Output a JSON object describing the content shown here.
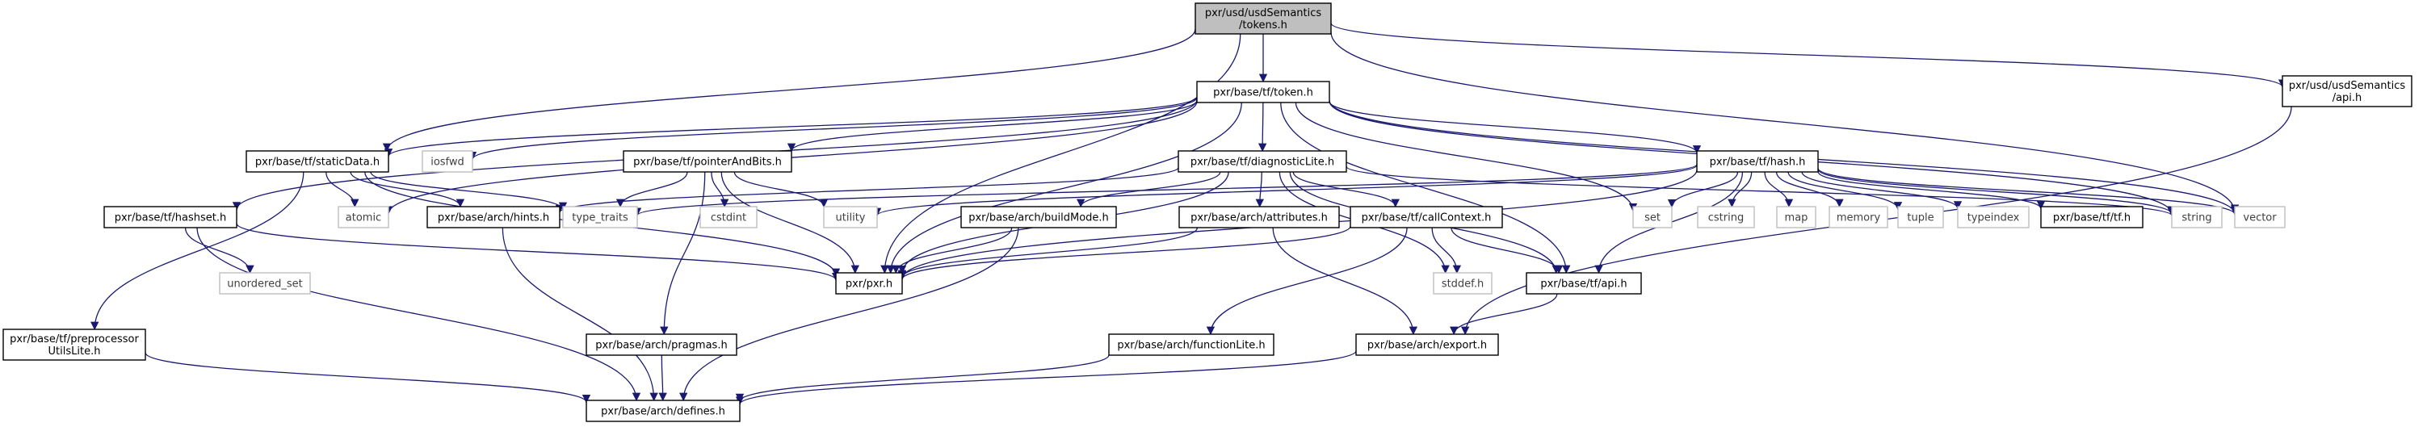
{
  "graph": {
    "title": "Include dependency graph for tokens.h",
    "colors": {
      "edge": "#191970",
      "focus_fill": "#bfbfbf",
      "focus_stroke": "#000000",
      "node_fill": "#ffffff",
      "node_stroke": "#000000",
      "external_stroke": "#bfbfbf",
      "external_text": "#404040"
    },
    "nodes": [
      {
        "id": "tokens",
        "lines": [
          "pxr/usd/usdSemantics",
          "/tokens.h"
        ],
        "kind": "focus"
      },
      {
        "id": "token",
        "lines": [
          "pxr/base/tf/token.h"
        ],
        "kind": "file"
      },
      {
        "id": "usdapi",
        "lines": [
          "pxr/usd/usdSemantics",
          "/api.h"
        ],
        "kind": "file"
      },
      {
        "id": "staticData",
        "lines": [
          "pxr/base/tf/staticData.h"
        ],
        "kind": "file"
      },
      {
        "id": "iosfwd",
        "lines": [
          "iosfwd"
        ],
        "kind": "external"
      },
      {
        "id": "pointerAndBits",
        "lines": [
          "pxr/base/tf/pointerAndBits.h"
        ],
        "kind": "file"
      },
      {
        "id": "diagnosticLite",
        "lines": [
          "pxr/base/tf/diagnosticLite.h"
        ],
        "kind": "file"
      },
      {
        "id": "hash",
        "lines": [
          "pxr/base/tf/hash.h"
        ],
        "kind": "file"
      },
      {
        "id": "hashset",
        "lines": [
          "pxr/base/tf/hashset.h"
        ],
        "kind": "file"
      },
      {
        "id": "atomic",
        "lines": [
          "atomic"
        ],
        "kind": "external"
      },
      {
        "id": "hints",
        "lines": [
          "pxr/base/arch/hints.h"
        ],
        "kind": "file"
      },
      {
        "id": "type_traits",
        "lines": [
          "type_traits"
        ],
        "kind": "external"
      },
      {
        "id": "cstdint",
        "lines": [
          "cstdint"
        ],
        "kind": "external"
      },
      {
        "id": "utility",
        "lines": [
          "utility"
        ],
        "kind": "external"
      },
      {
        "id": "buildMode",
        "lines": [
          "pxr/base/arch/buildMode.h"
        ],
        "kind": "file"
      },
      {
        "id": "attributes",
        "lines": [
          "pxr/base/arch/attributes.h"
        ],
        "kind": "file"
      },
      {
        "id": "callContext",
        "lines": [
          "pxr/base/tf/callContext.h"
        ],
        "kind": "file"
      },
      {
        "id": "set",
        "lines": [
          "set"
        ],
        "kind": "external"
      },
      {
        "id": "cstring",
        "lines": [
          "cstring"
        ],
        "kind": "external"
      },
      {
        "id": "map",
        "lines": [
          "map"
        ],
        "kind": "external"
      },
      {
        "id": "memory",
        "lines": [
          "memory"
        ],
        "kind": "external"
      },
      {
        "id": "tuple",
        "lines": [
          "tuple"
        ],
        "kind": "external"
      },
      {
        "id": "typeindex",
        "lines": [
          "typeindex"
        ],
        "kind": "external"
      },
      {
        "id": "tf",
        "lines": [
          "pxr/base/tf/tf.h"
        ],
        "kind": "file"
      },
      {
        "id": "string",
        "lines": [
          "string"
        ],
        "kind": "external"
      },
      {
        "id": "vector",
        "lines": [
          "vector"
        ],
        "kind": "external"
      },
      {
        "id": "unordered_set",
        "lines": [
          "unordered_set"
        ],
        "kind": "external"
      },
      {
        "id": "pxr",
        "lines": [
          "pxr/pxr.h"
        ],
        "kind": "file"
      },
      {
        "id": "stddef",
        "lines": [
          "stddef.h"
        ],
        "kind": "external"
      },
      {
        "id": "tfapi",
        "lines": [
          "pxr/base/tf/api.h"
        ],
        "kind": "file"
      },
      {
        "id": "preprocessor",
        "lines": [
          "pxr/base/tf/preprocessor",
          "UtilsLite.h"
        ],
        "kind": "file"
      },
      {
        "id": "pragmas",
        "lines": [
          "pxr/base/arch/pragmas.h"
        ],
        "kind": "file"
      },
      {
        "id": "functionLite",
        "lines": [
          "pxr/base/arch/functionLite.h"
        ],
        "kind": "file"
      },
      {
        "id": "export",
        "lines": [
          "pxr/base/arch/export.h"
        ],
        "kind": "file"
      },
      {
        "id": "defines",
        "lines": [
          "pxr/base/arch/defines.h"
        ],
        "kind": "file"
      }
    ],
    "edges": [
      [
        "tokens",
        "token"
      ],
      [
        "tokens",
        "usdapi"
      ],
      [
        "tokens",
        "staticData"
      ],
      [
        "tokens",
        "pxr"
      ],
      [
        "tokens",
        "vector"
      ],
      [
        "token",
        "staticData"
      ],
      [
        "token",
        "iosfwd"
      ],
      [
        "token",
        "pointerAndBits"
      ],
      [
        "token",
        "diagnosticLite"
      ],
      [
        "token",
        "hash"
      ],
      [
        "token",
        "hashset"
      ],
      [
        "token",
        "atomic"
      ],
      [
        "token",
        "pxr"
      ],
      [
        "token",
        "set"
      ],
      [
        "token",
        "string"
      ],
      [
        "token",
        "vector"
      ],
      [
        "token",
        "tfapi"
      ],
      [
        "usdapi",
        "export"
      ],
      [
        "staticData",
        "preprocessor"
      ],
      [
        "staticData",
        "atomic"
      ],
      [
        "staticData",
        "hints"
      ],
      [
        "staticData",
        "type_traits"
      ],
      [
        "staticData",
        "pxr"
      ],
      [
        "pointerAndBits",
        "type_traits"
      ],
      [
        "pointerAndBits",
        "cstdint"
      ],
      [
        "pointerAndBits",
        "utility"
      ],
      [
        "pointerAndBits",
        "pxr"
      ],
      [
        "pointerAndBits",
        "pragmas"
      ],
      [
        "diagnosticLite",
        "buildMode"
      ],
      [
        "diagnosticLite",
        "attributes"
      ],
      [
        "diagnosticLite",
        "callContext"
      ],
      [
        "diagnosticLite",
        "pxr"
      ],
      [
        "diagnosticLite",
        "stddef"
      ],
      [
        "diagnosticLite",
        "tfapi"
      ],
      [
        "diagnosticLite",
        "hints"
      ],
      [
        "diagnosticLite",
        "string"
      ],
      [
        "hash",
        "type_traits"
      ],
      [
        "hash",
        "utility"
      ],
      [
        "hash",
        "set"
      ],
      [
        "hash",
        "cstring"
      ],
      [
        "hash",
        "map"
      ],
      [
        "hash",
        "memory"
      ],
      [
        "hash",
        "tuple"
      ],
      [
        "hash",
        "typeindex"
      ],
      [
        "hash",
        "tf"
      ],
      [
        "hash",
        "string"
      ],
      [
        "hash",
        "vector"
      ],
      [
        "hash",
        "pxr"
      ],
      [
        "hash",
        "tfapi"
      ],
      [
        "hashset",
        "unordered_set"
      ],
      [
        "hashset",
        "pxr"
      ],
      [
        "hashset",
        "defines"
      ],
      [
        "hints",
        "defines"
      ],
      [
        "buildMode",
        "pxr"
      ],
      [
        "buildMode",
        "defines"
      ],
      [
        "attributes",
        "pxr"
      ],
      [
        "attributes",
        "export"
      ],
      [
        "callContext",
        "pxr"
      ],
      [
        "callContext",
        "stddef"
      ],
      [
        "callContext",
        "tfapi"
      ],
      [
        "callContext",
        "functionLite"
      ],
      [
        "tfapi",
        "export"
      ],
      [
        "preprocessor",
        "defines"
      ],
      [
        "pragmas",
        "defines"
      ],
      [
        "functionLite",
        "defines"
      ],
      [
        "export",
        "defines"
      ]
    ]
  }
}
